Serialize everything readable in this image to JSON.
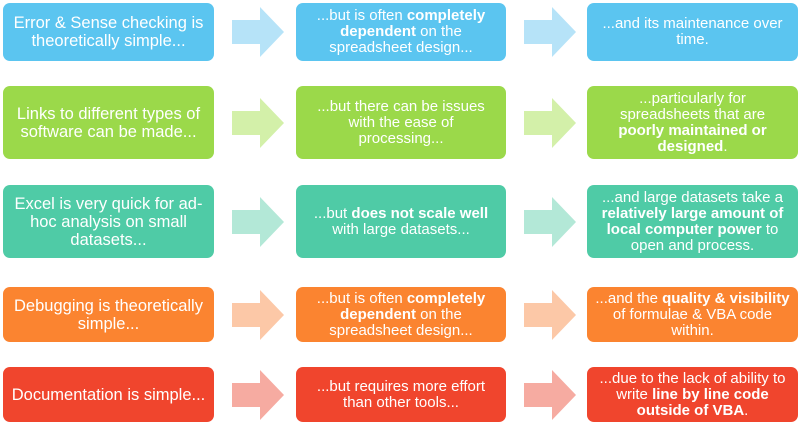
{
  "rows": [
    {
      "color": "#5BC5F0",
      "arrow_color": "#B6E3F8",
      "c1": [
        {
          "t": "Error & Sense checking is theoretically simple..."
        }
      ],
      "c2": [
        {
          "t": "...but is often "
        },
        {
          "t": "completely dependent",
          "b": true
        },
        {
          "t": " on the spreadsheet design..."
        }
      ],
      "c3": [
        {
          "t": "...and its maintenance over time."
        }
      ]
    },
    {
      "color": "#9BD94A",
      "arrow_color": "#D3F0A9",
      "c1": [
        {
          "t": "Links to different types of software can be made..."
        }
      ],
      "c2": [
        {
          "t": "...but there can be issues with the ease of processing..."
        }
      ],
      "c3": [
        {
          "t": "...particularly for spreadsheets that are "
        },
        {
          "t": "poorly maintained or designed",
          "b": true
        },
        {
          "t": "."
        }
      ]
    },
    {
      "color": "#4FCBA6",
      "arrow_color": "#B3E8D7",
      "c1": [
        {
          "t": "Excel is very quick for ad-hoc analysis on small datasets..."
        }
      ],
      "c2": [
        {
          "t": "...but "
        },
        {
          "t": "does not scale well",
          "b": true
        },
        {
          "t": " with large datasets..."
        }
      ],
      "c3": [
        {
          "t": "...and large datasets take a "
        },
        {
          "t": "relatively large amount of local computer power",
          "b": true
        },
        {
          "t": " to open and process."
        }
      ]
    },
    {
      "color": "#FB8430",
      "arrow_color": "#FCC8A7",
      "c1": [
        {
          "t": "Debugging is theoretically simple..."
        }
      ],
      "c2": [
        {
          "t": "...but is often "
        },
        {
          "t": "completely dependent",
          "b": true
        },
        {
          "t": " on the spreadsheet design..."
        }
      ],
      "c3": [
        {
          "t": "...and the "
        },
        {
          "t": "quality & visibility",
          "b": true
        },
        {
          "t": " of formulae & VBA code within."
        }
      ]
    },
    {
      "color": "#F0452D",
      "arrow_color": "#F6ABA1",
      "c1": [
        {
          "t": "Documentation is simple..."
        }
      ],
      "c2": [
        {
          "t": "...but requires more effort than other tools..."
        }
      ],
      "c3": [
        {
          "t": "...due to the lack of ability to write "
        },
        {
          "t": "line by line code outside of VBA",
          "b": true
        },
        {
          "t": "."
        }
      ]
    }
  ]
}
